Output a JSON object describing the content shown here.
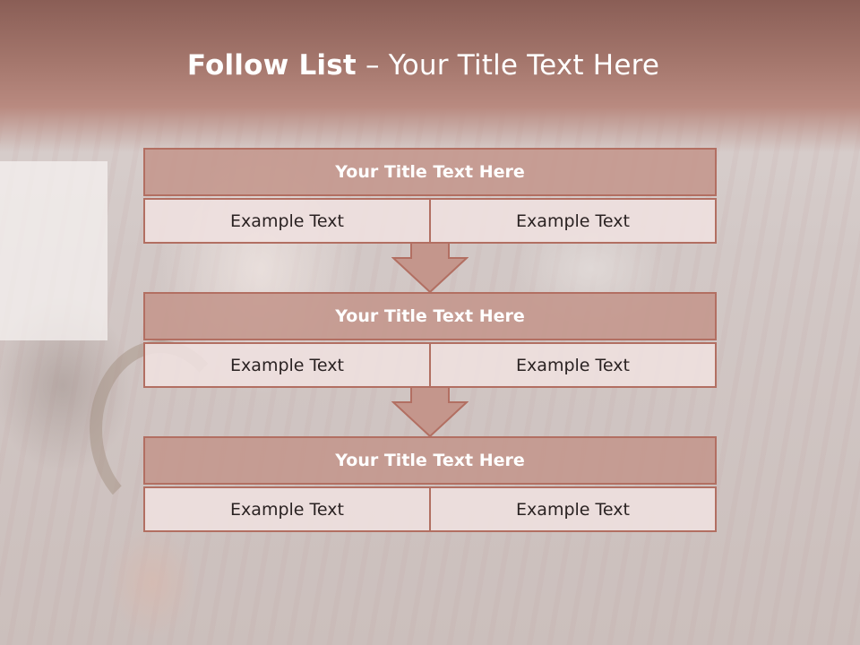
{
  "slide": {
    "title_bold": "Follow List",
    "title_rest": "– Your Title Text Here"
  },
  "blocks": [
    {
      "title": "Your Title Text Here",
      "left": "Example Text",
      "right": "Example Text"
    },
    {
      "title": "Your Title Text Here",
      "left": "Example Text",
      "right": "Example Text"
    },
    {
      "title": "Your Title Text Here",
      "left": "Example Text",
      "right": "Example Text"
    }
  ],
  "colors": {
    "header": "#a4766c",
    "border": "#b26f62",
    "title_fill": "#c4968c",
    "cell_fill": "#eee0df"
  }
}
